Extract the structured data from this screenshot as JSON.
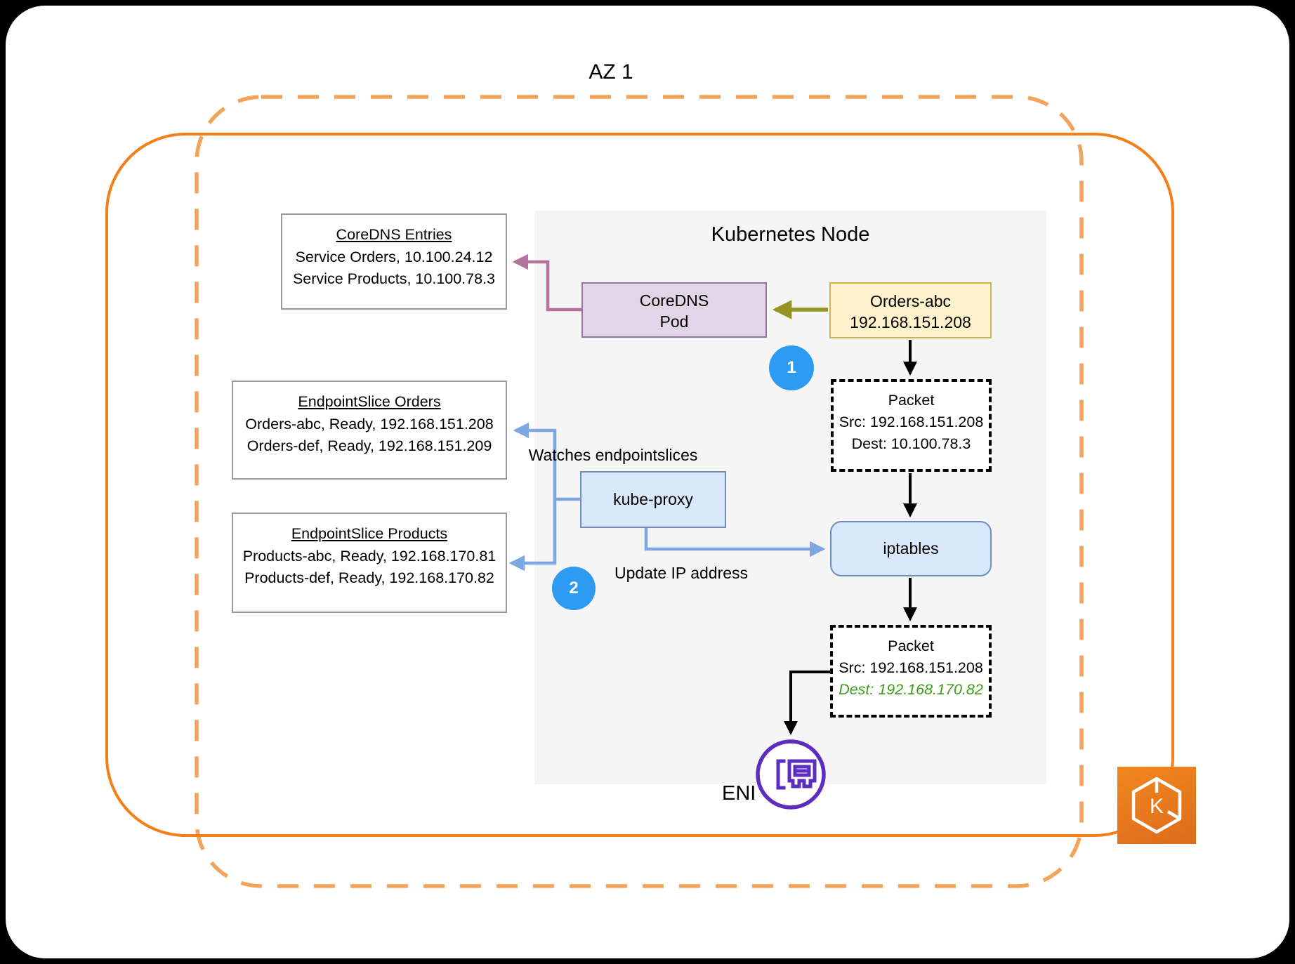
{
  "az_label": "AZ 1",
  "node": {
    "title": "Kubernetes Node"
  },
  "boxes": {
    "coredns_entries": {
      "title": "CoreDNS Entries",
      "lines": [
        "Service Orders, 10.100.24.12",
        "Service Products, 10.100.78.3"
      ]
    },
    "endpointslice_orders": {
      "title": "EndpointSlice Orders",
      "lines": [
        "Orders-abc, Ready, 192.168.151.208",
        "Orders-def, Ready, 192.168.151.209"
      ]
    },
    "endpointslice_products": {
      "title": "EndpointSlice Products",
      "lines": [
        "Products-abc, Ready, 192.168.170.81",
        "Products-def, Ready, 192.168.170.82"
      ]
    },
    "coredns_pod": {
      "line1": "CoreDNS",
      "line2": "Pod"
    },
    "orders_pod": {
      "line1": "Orders-abc",
      "line2": "192.168.151.208"
    },
    "packet_before": {
      "title": "Packet",
      "src": "Src: 192.168.151.208",
      "dest": "Dest: 10.100.78.3"
    },
    "kube_proxy": {
      "label": "kube-proxy"
    },
    "iptables": {
      "label": "iptables"
    },
    "packet_after": {
      "title": "Packet",
      "src": "Src: 192.168.151.208",
      "dest": "Dest: 192.168.170.82"
    }
  },
  "annotations": {
    "watches": "Watches endpointslices",
    "update_ip": "Update IP address",
    "step1": "1",
    "step2": "2",
    "eni": "ENI",
    "eks_letter": "K"
  },
  "colors": {
    "az_dashed_border": "#F2A35C",
    "cluster_border": "#F57F17",
    "node_bg": "#F5F5F5",
    "box_border_gray": "#999999",
    "purple_fill": "#E1D5E7",
    "purple_border": "#9673A6",
    "yellow_fill": "#FFF2CC",
    "yellow_border": "#CDB250",
    "blue_fill": "#DAE8FC",
    "blue_border": "#6C8EBF",
    "arrow_purple": "#B5739F",
    "arrow_olive": "#969422",
    "arrow_blue": "#7EA6E0",
    "arrow_black": "#000000",
    "step_circle": "#2E9BF3",
    "dest_green": "#3E9B1C",
    "eni_purple": "#5D2DBE"
  }
}
